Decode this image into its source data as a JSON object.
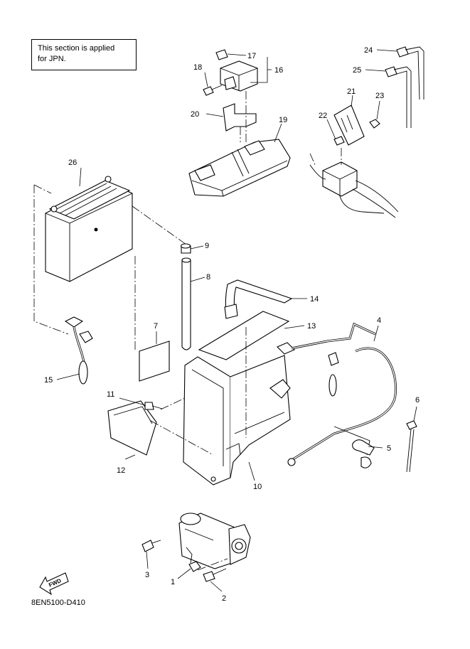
{
  "note": {
    "line1": "This section is applied",
    "line2": "for JPN."
  },
  "diagram_code": "8EN5100-D410",
  "fwd_label": "FWD",
  "callouts": {
    "c1": "1",
    "c2": "2",
    "c3": "3",
    "c4": "4",
    "c5": "5",
    "c6": "6",
    "c7": "7",
    "c8": "8",
    "c9": "9",
    "c10": "10",
    "c11": "11",
    "c12": "12",
    "c13": "13",
    "c14": "14",
    "c15": "15",
    "c16": "16",
    "c17": "17",
    "c18": "18",
    "c19": "19",
    "c20": "20",
    "c21": "21",
    "c22": "22",
    "c23": "23",
    "c24": "24",
    "c25": "25",
    "c26": "26"
  }
}
